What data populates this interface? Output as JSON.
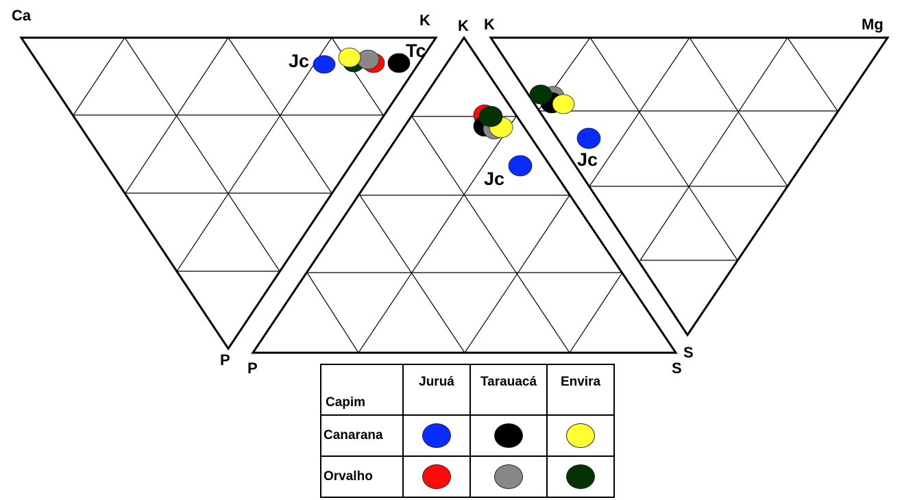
{
  "triangles": [
    {
      "vertices": [
        "Ca",
        "K",
        "P"
      ]
    },
    {
      "vertices": [
        "K",
        "P",
        "S"
      ]
    },
    {
      "vertices": [
        "K",
        "Mg",
        "S"
      ]
    }
  ],
  "point_labels": [
    "Jc",
    "Tc",
    "Jc",
    "Jc"
  ],
  "legend": {
    "corner": "Capim",
    "columns": [
      "Juruá",
      "Tarauacá",
      "Envira"
    ],
    "rows": [
      "Canarana",
      "Orvalho"
    ],
    "colors": [
      [
        "#0a2cff",
        "#000000",
        "#ffff33"
      ],
      [
        "#ff0a0a",
        "#888888",
        "#033203"
      ]
    ]
  }
}
